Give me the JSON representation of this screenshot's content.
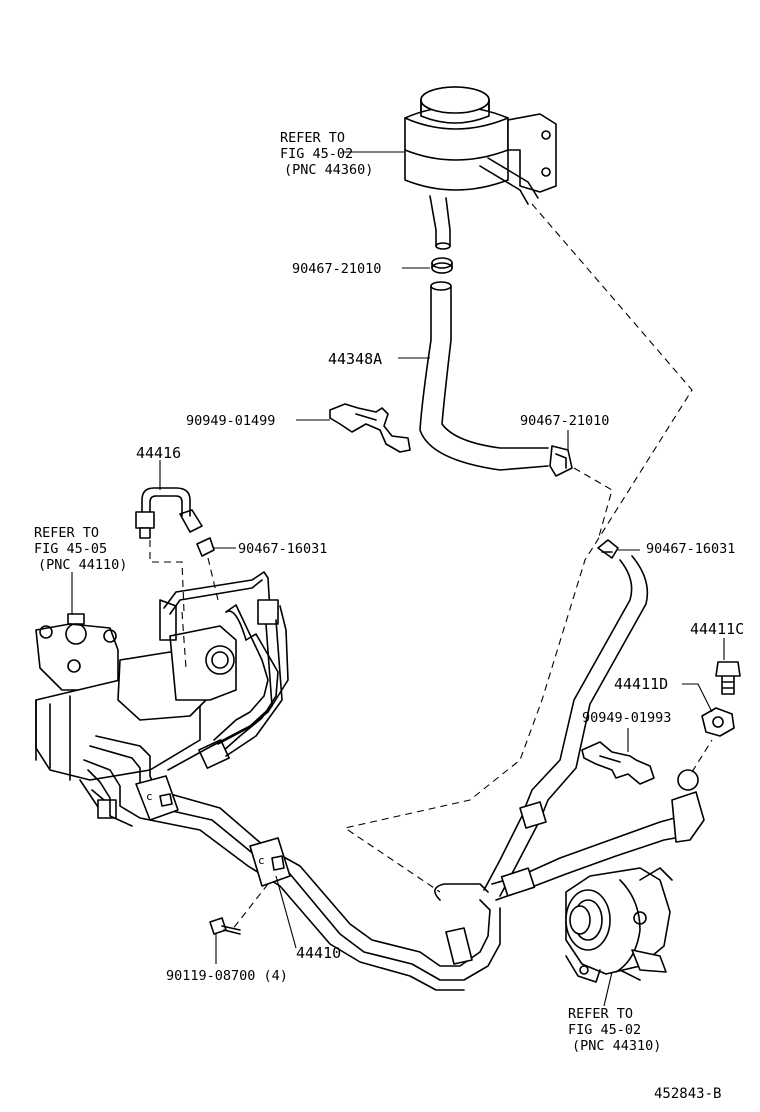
{
  "labels": {
    "reservoir_ref": [
      "REFER TO",
      "FIG 45-02",
      "(PNC 44360)"
    ],
    "clamp_top": "90467-21010",
    "hose": "44348A",
    "bracket_clamp": "90949-01499",
    "clamp_mid": "90467-21010",
    "tube_44416": "44416",
    "clamp_small_left": "90467-16031",
    "gear_ref": [
      "REFER TO",
      "FIG 45-05",
      "(PNC 44110)"
    ],
    "clamp_small_right": "90467-16031",
    "bolt_44411c": "44411C",
    "fitting_44411d": "44411D",
    "bracket_clamp_right": "90949-01993",
    "tube_44410": "44410",
    "bolt_count": "90119-08700 (4)",
    "pump_ref": [
      "REFER TO",
      "FIG 45-02",
      "(PNC 44310)"
    ],
    "diagram_id": "452843-B"
  }
}
